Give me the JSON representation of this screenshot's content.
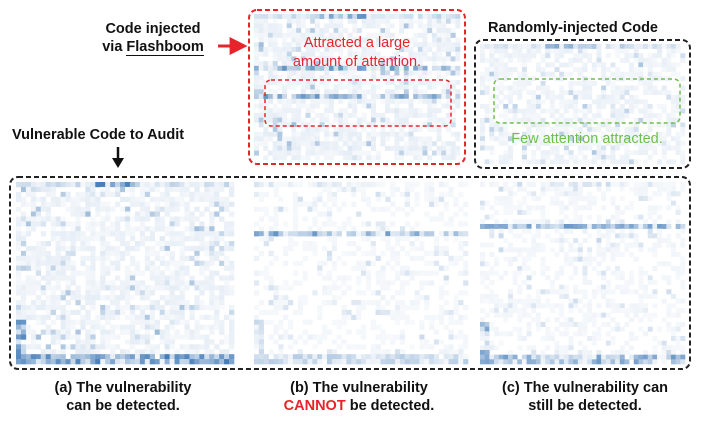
{
  "labels": {
    "injected_line1": "Code injected",
    "injected_line2_prefix": "via ",
    "injected_line2_emph": "Flashboom",
    "audit": "Vulnerable Code to Audit",
    "random": "Randomly-injected Code",
    "attract_line1": "Attracted a large",
    "attract_line2": "amount of attention.",
    "few": "Few attention attracted."
  },
  "captions": {
    "a_line1": "(a) The vulnerability",
    "a_line2": "can be detected.",
    "b_line1": "(b) The vulnerability",
    "b_line2_emph": "CANNOT",
    "b_line2_rest": " be detected.",
    "c_line1": "(c) The vulnerability can",
    "c_line2": "still be detected."
  },
  "colors": {
    "red": "#e8242b",
    "green": "#6fbf4a",
    "black_dash": "#222222",
    "heat_dark": "#2e6db0",
    "heat_light": "#dbe7f3"
  },
  "heatmaps": {
    "injected": {
      "hot_rows": [
        0.35,
        0.55
      ],
      "top_strip": 0.9,
      "density": 0.35
    },
    "random": {
      "hot_rows": [],
      "top_strip": 0.7,
      "density": 0.3
    },
    "audit_a": {
      "hot_rows": [],
      "top_strip": 0.9,
      "bottom_strip": 0.9,
      "density": 0.35
    },
    "audit_b": {
      "hot_rows": [
        0.28
      ],
      "top_strip": 0.15,
      "bottom_strip": 0.35,
      "density": 0.18
    },
    "audit_c": {
      "hot_rows": [
        0.22
      ],
      "top_strip": 0.2,
      "bottom_strip": 0.7,
      "density": 0.2
    }
  }
}
